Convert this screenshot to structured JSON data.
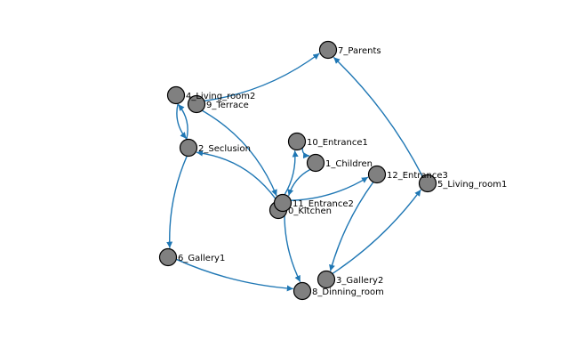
{
  "colors": {
    "edge": "#1f77b4",
    "node_fill": "#808080",
    "node_stroke": "#000000",
    "background": "#ffffff"
  },
  "nodes": [
    {
      "id": "0",
      "label": "0_Kitchen"
    },
    {
      "id": "1",
      "label": "1_Children"
    },
    {
      "id": "2",
      "label": "2_Seclusion"
    },
    {
      "id": "3",
      "label": "3_Gallery2"
    },
    {
      "id": "4",
      "label": "4_Living_room2"
    },
    {
      "id": "5",
      "label": "5_Living_room1"
    },
    {
      "id": "6",
      "label": "6_Gallery1"
    },
    {
      "id": "7",
      "label": "7_Parents"
    },
    {
      "id": "8",
      "label": "8_Dinning_room"
    },
    {
      "id": "9",
      "label": "9_Terrace"
    },
    {
      "id": "10",
      "label": "10_Entrance1"
    },
    {
      "id": "11",
      "label": "11_Entrance2"
    },
    {
      "id": "12",
      "label": "12_Entrance3"
    }
  ],
  "edges": [
    {
      "from": "2",
      "to": "4"
    },
    {
      "from": "4",
      "to": "2"
    },
    {
      "from": "9",
      "to": "7"
    },
    {
      "from": "9",
      "to": "11"
    },
    {
      "from": "11",
      "to": "2"
    },
    {
      "from": "2",
      "to": "6"
    },
    {
      "from": "11",
      "to": "10"
    },
    {
      "from": "10",
      "to": "1"
    },
    {
      "from": "1",
      "to": "11"
    },
    {
      "from": "11",
      "to": "12"
    },
    {
      "from": "12",
      "to": "3"
    },
    {
      "from": "3",
      "to": "5"
    },
    {
      "from": "5",
      "to": "7"
    },
    {
      "from": "6",
      "to": "8"
    },
    {
      "from": "11",
      "to": "8"
    }
  ]
}
